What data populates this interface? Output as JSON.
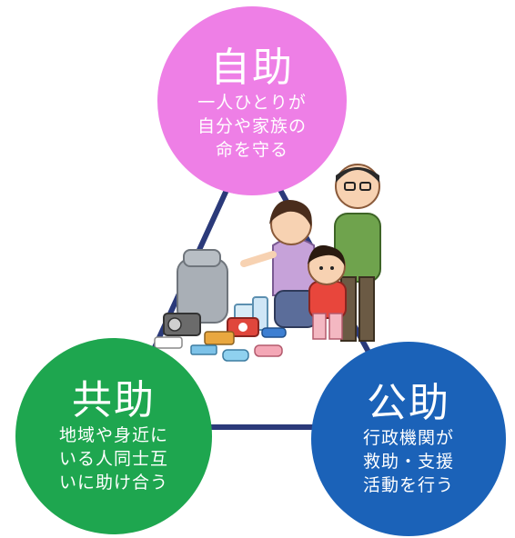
{
  "self_help": {
    "title": "自助",
    "lines": [
      "一人ひとりが",
      "自分や家族の",
      "命を守る"
    ]
  },
  "mutual_help": {
    "title": "共助",
    "lines": [
      "地域や身近に",
      "いる人同士互",
      "いに助け合う"
    ]
  },
  "public_help": {
    "title": "公助",
    "lines": [
      "行政機関が",
      "救助・支援",
      "活動を行う"
    ]
  },
  "illustration": {
    "icon": "family-with-emergency-kit-icon"
  },
  "colors": {
    "self_help": "#ee7fe6",
    "mutual_help": "#1ea64f",
    "public_help": "#1b62b8",
    "triangle": "#2b3a7a"
  }
}
